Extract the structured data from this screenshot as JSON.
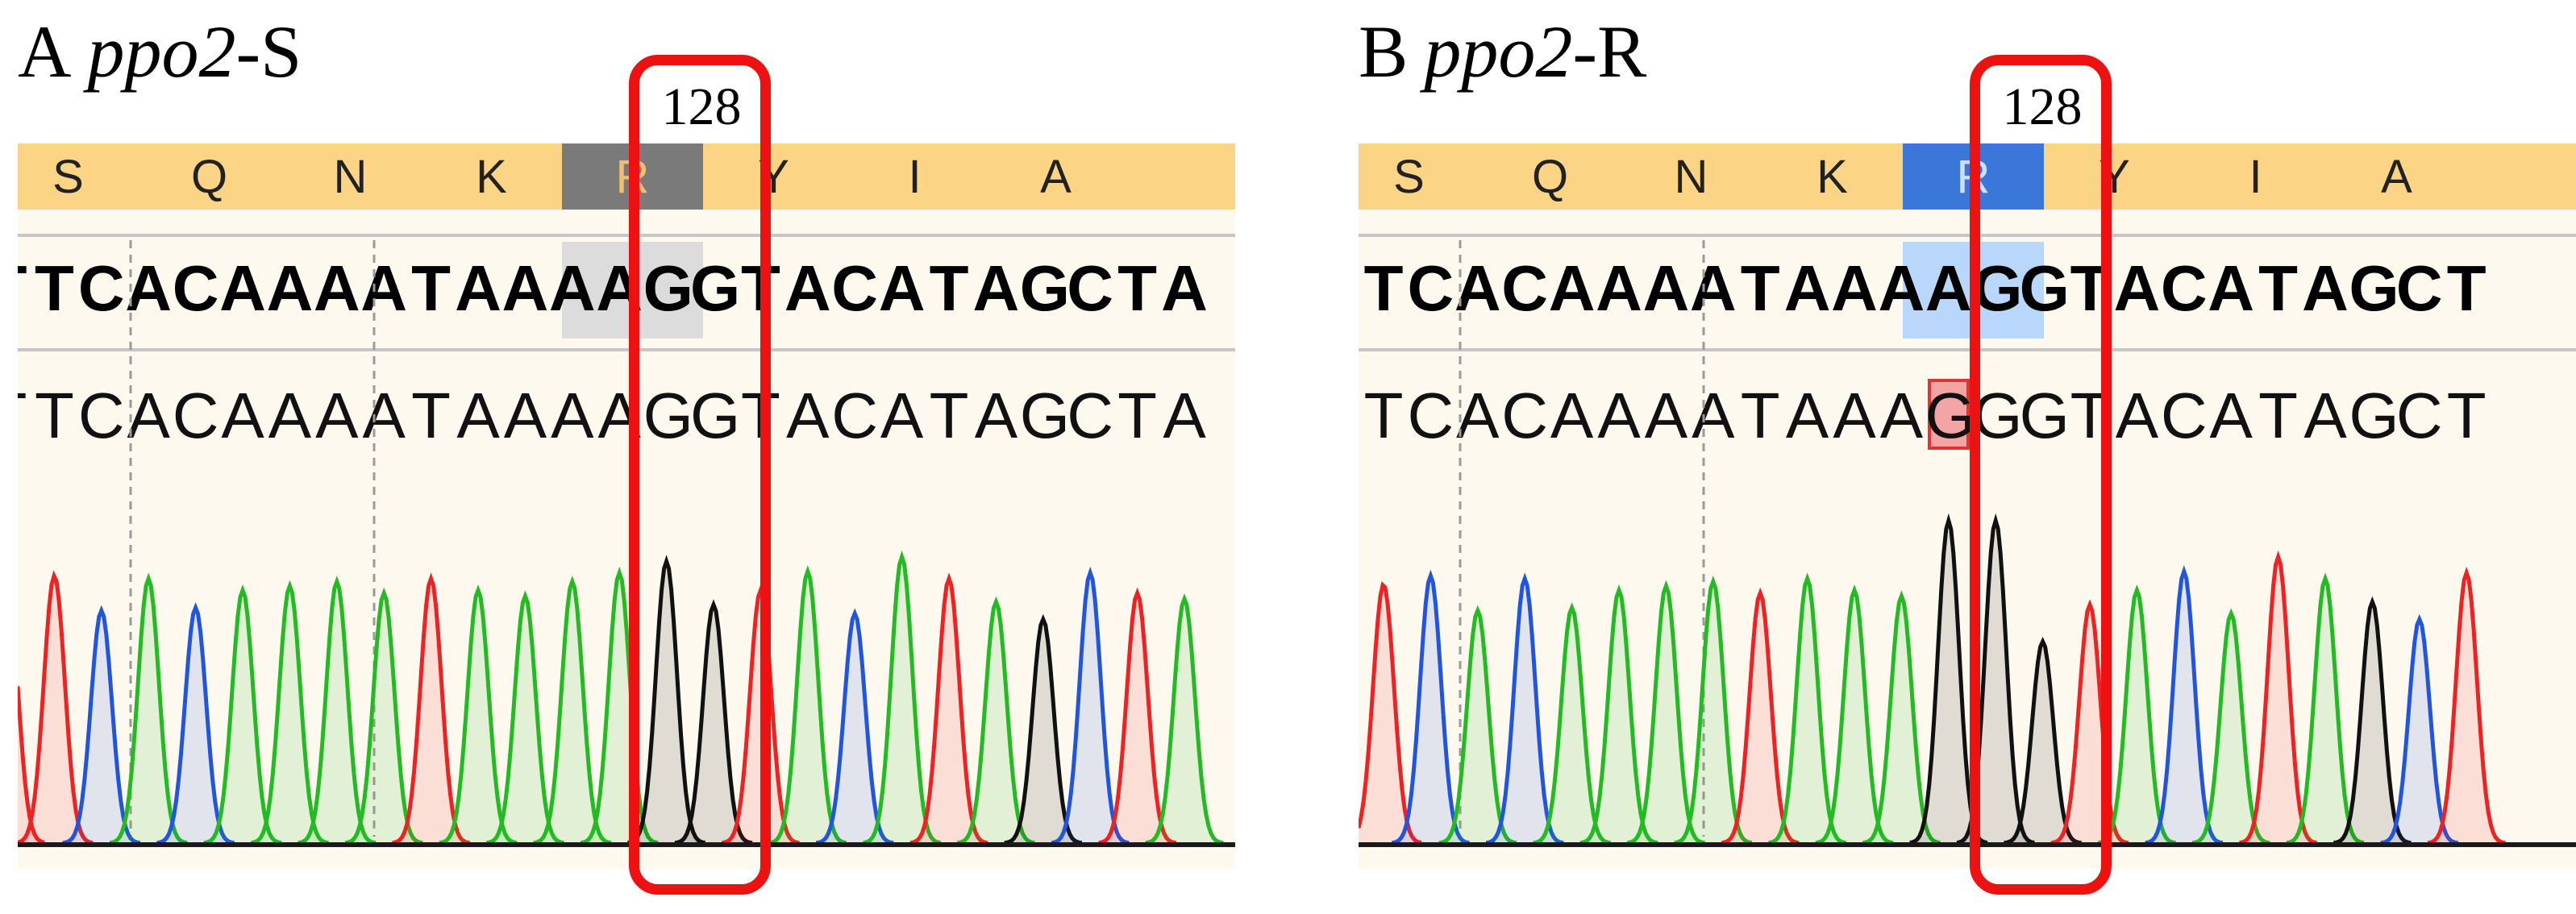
{
  "panels": [
    {
      "letter": "A",
      "gene": "ppo2",
      "suffix": "-S",
      "position_label": "128",
      "amino_acids": [
        "S",
        "Q",
        "N",
        "K",
        "R",
        "Y",
        "I",
        "A"
      ],
      "highlight_codon_index": 4,
      "highlight_color": "#7a7a7a",
      "highlight_text_color": "#f0c070",
      "ref_highlight_color": "#dcdcdc",
      "reference": "TTCACAAAATAAAAGGTACATAGCTA",
      "read": "TTCACAAAATAAAAGGTACATAGCTA",
      "mutation_index": -1
    },
    {
      "letter": "B",
      "gene": "ppo2",
      "suffix": "-R",
      "position_label": "128",
      "amino_acids": [
        "S",
        "Q",
        "N",
        "K",
        "R",
        "Y",
        "I",
        "A"
      ],
      "highlight_codon_index": 4,
      "highlight_color": "#3b77d8",
      "highlight_text_color": "#cfe0ff",
      "ref_highlight_color": "#b9d7fb",
      "reference": "TCACAAAATAAAAGGTACATAGCT",
      "read": "TCACAAAATAAAGGGTACATAGCT",
      "mutation_index": 12
    }
  ],
  "colors": {
    "A": "#22bb22",
    "C": "#2255dd",
    "G": "#111111",
    "T": "#ee2222",
    "frame": "#ee1111",
    "aa_bar": "#fcd486"
  }
}
